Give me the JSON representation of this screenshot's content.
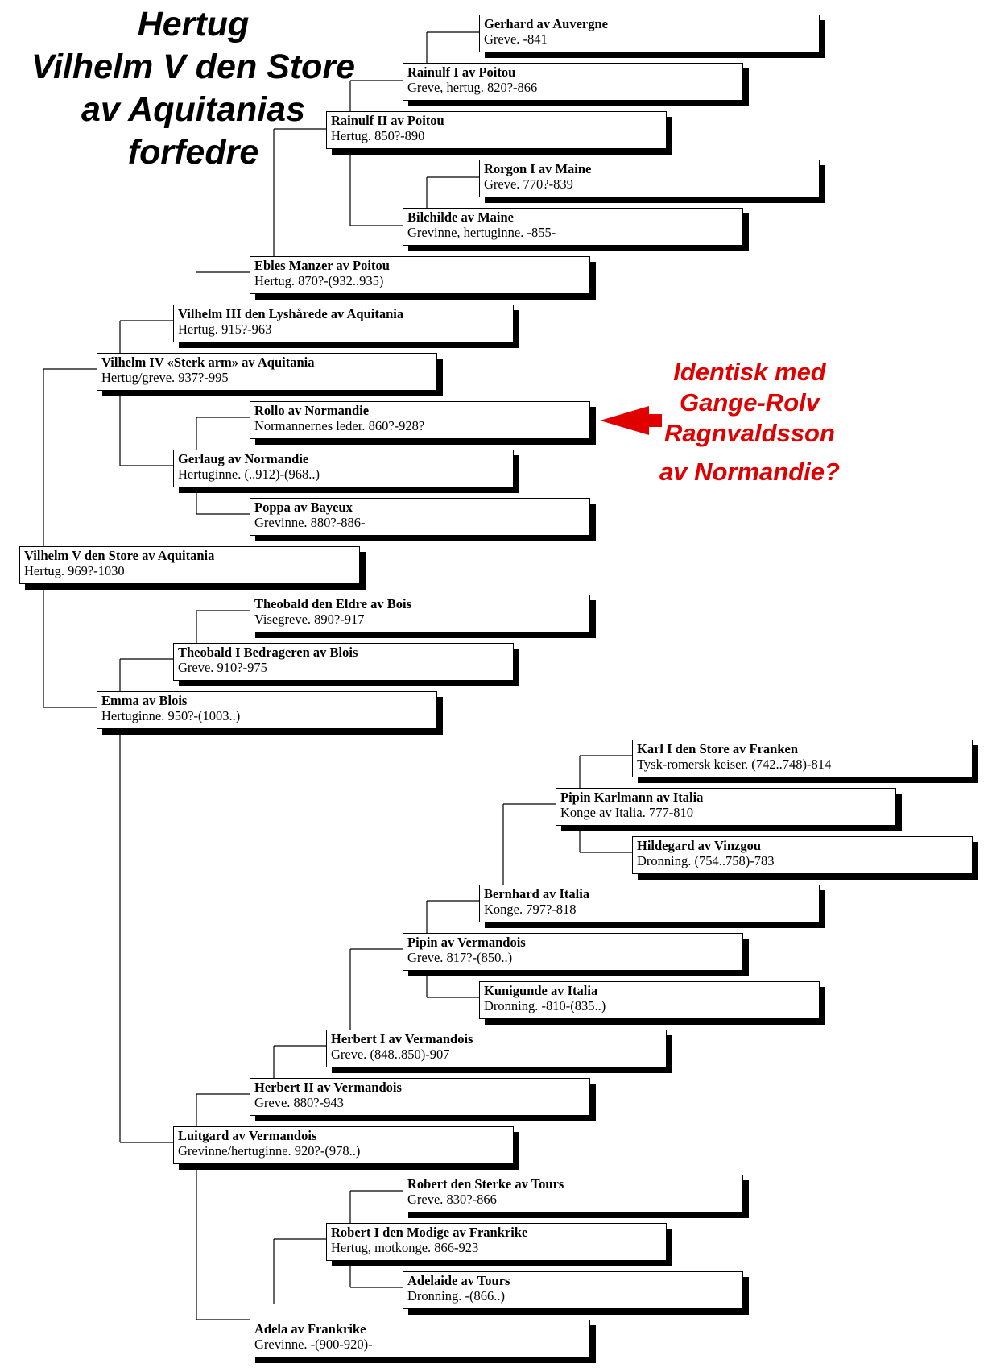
{
  "title": {
    "lines": [
      "Hertug",
      "Vilhelm V den Store",
      "av Aquitanias",
      "forfedre"
    ]
  },
  "annotation": {
    "lines": [
      "Identisk med",
      "Gange-Rolv",
      "Ragnvaldsson",
      "av Normandie?"
    ],
    "color": "#e00000"
  },
  "persons": [
    {
      "id": "gerhard",
      "name": "Gerhard av Auvergne",
      "info": "Greve.  -841"
    },
    {
      "id": "rainulf1",
      "name": "Rainulf I av Poitou",
      "info": "Greve, hertug.  820?-866"
    },
    {
      "id": "rainulf2",
      "name": "Rainulf II av Poitou",
      "info": "Hertug.  850?-890"
    },
    {
      "id": "rorgon",
      "name": "Rorgon I av Maine",
      "info": "Greve.  770?-839"
    },
    {
      "id": "bilchilde",
      "name": "Bilchilde av Maine",
      "info": "Grevinne, hertuginne.    -855-"
    },
    {
      "id": "ebles",
      "name": "Ebles Manzer av Poitou",
      "info": "Hertug.  870?-(932..935)"
    },
    {
      "id": "vilhelm3",
      "name": "Vilhelm III den Lyshårede av Aquitania",
      "info": "Hertug.  915?-963"
    },
    {
      "id": "vilhelm4",
      "name": "Vilhelm IV «Sterk arm» av Aquitania",
      "info": "Hertug/greve.  937?-995"
    },
    {
      "id": "rollo",
      "name": "Rollo av Normandie",
      "info": "Normannernes leder.  860?-928?"
    },
    {
      "id": "gerlaug",
      "name": "Gerlaug av Normandie",
      "info": "Hertuginne.  (..912)-(968..)"
    },
    {
      "id": "poppa",
      "name": "Poppa av Bayeux",
      "info": "Grevinne.  880?-886-"
    },
    {
      "id": "vilhelm5",
      "name": "Vilhelm V den Store av Aquitania",
      "info": "Hertug.  969?-1030"
    },
    {
      "id": "theobald_e",
      "name": "Theobald den Eldre av Bois",
      "info": "Visegreve.  890?-917"
    },
    {
      "id": "theobald1",
      "name": "Theobald I Bedrageren av Blois",
      "info": "Greve.  910?-975"
    },
    {
      "id": "emma",
      "name": "Emma av Blois",
      "info": "Hertuginne.   950?-(1003..)"
    },
    {
      "id": "karl",
      "name": "Karl I den Store av Franken",
      "info": "Tysk-romersk keiser.  (742..748)-814"
    },
    {
      "id": "pipin_k",
      "name": "Pipin Karlmann av Italia",
      "info": "Konge av Italia.  777-810"
    },
    {
      "id": "hildegard",
      "name": "Hildegard av Vinzgou",
      "info": "Dronning.  (754..758)-783"
    },
    {
      "id": "bernhard",
      "name": "Bernhard av Italia",
      "info": "Konge.  797?-818"
    },
    {
      "id": "pipin_v",
      "name": "Pipin av Vermandois",
      "info": "Greve.  817?-(850..)"
    },
    {
      "id": "kunigunde",
      "name": "Kunigunde av Italia",
      "info": "Dronning.  -810-(835..)"
    },
    {
      "id": "herbert1",
      "name": "Herbert I av Vermandois",
      "info": "Greve.  (848..850)-907"
    },
    {
      "id": "herbert2",
      "name": "Herbert II av Vermandois",
      "info": "Greve.  880?-943"
    },
    {
      "id": "luitgard",
      "name": "Luitgard av Vermandois",
      "info": "Grevinne/hertuginne.    920?-(978..)"
    },
    {
      "id": "robert_st",
      "name": "Robert den Sterke av Tours",
      "info": "Greve.  830?-866"
    },
    {
      "id": "robert1",
      "name": "Robert I den Modige av Frankrike",
      "info": "Hertug, motkonge.  866-923"
    },
    {
      "id": "adelaide",
      "name": "Adelaide av Tours",
      "info": "Dronning.   -(866..)"
    },
    {
      "id": "adela",
      "name": "Adela av   Frankrike",
      "info": "Grevinne.   -(900-920)-"
    }
  ]
}
